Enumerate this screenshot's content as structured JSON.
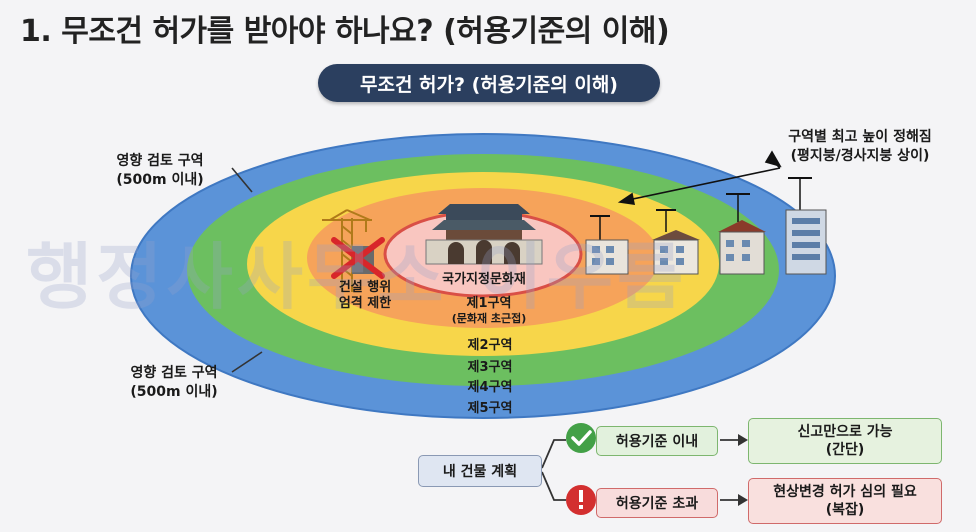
{
  "title": "1. 무조건 허가를 받아야 하나요? (허용기준의 이해)",
  "subtitle": "무조건 허가? (허용기준의 이해)",
  "review_zone": {
    "top_line1": "영향 검토 구역",
    "top_line2": "(500m 이내)",
    "bottom_line1": "영향 검토 구역",
    "bottom_line2": "(500m 이내)"
  },
  "heritage_label": "국가지정문화재",
  "restriction": {
    "line1": "건설 행위",
    "line2": "엄격 제한"
  },
  "zones": {
    "z1": "제1구역",
    "z1_sub": "(문화재 초근접)",
    "z2": "제2구역",
    "z3": "제3구역",
    "z4": "제4구역",
    "z5": "제5구역"
  },
  "height_note": {
    "line1": "구역별 최고 높이 정해짐",
    "line2": "(평지붕/경사지붕 상이)"
  },
  "flow": {
    "plan": "내 건물 계획",
    "within": "허용기준 이내",
    "within_result_line1": "신고만으로 가능",
    "within_result_line2": "(간단)",
    "exceed": "허용기준 초과",
    "exceed_result_line1": "현상변경 허가 심의 필요",
    "exceed_result_line2": "(복잡)"
  },
  "watermark": "행정사사무소 이우름",
  "colors": {
    "ring_blue": "#5b93d8",
    "ring_green": "#6cbf60",
    "ring_yellow": "#f7d64a",
    "ring_orange": "#f6a35a",
    "ring_red": "#e8655a",
    "core": "#f9c6c0",
    "pill": "#2b3f5f",
    "ok_green": "#43a047",
    "warn_red": "#d32f2f"
  },
  "icons": [
    "crane-icon",
    "cross-icon",
    "palace-icon",
    "building-icon",
    "check-icon",
    "exclamation-icon",
    "arrow-icon"
  ]
}
